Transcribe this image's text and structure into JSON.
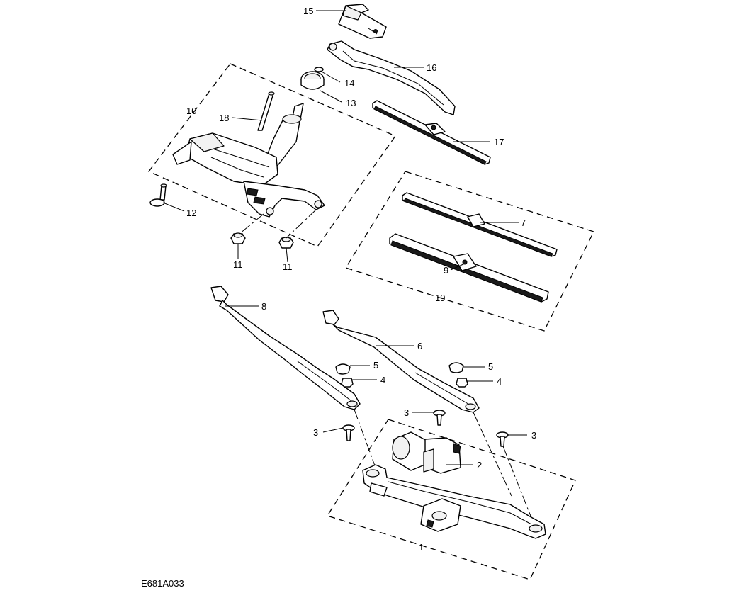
{
  "callouts": {
    "c15": "15",
    "c16": "16",
    "c14": "14",
    "c13": "13",
    "c10": "10",
    "c18": "18",
    "c17": "17",
    "c12": "12",
    "c11a": "11",
    "c11b": "11",
    "c7": "7",
    "c9": "9",
    "c19": "19",
    "c8": "8",
    "c6": "6",
    "c5a": "5",
    "c4a": "4",
    "c5b": "5",
    "c4b": "4",
    "c3a": "3",
    "c3b": "3",
    "c3c": "3",
    "c2": "2",
    "c1": "1"
  },
  "reference_code": "E681A033"
}
